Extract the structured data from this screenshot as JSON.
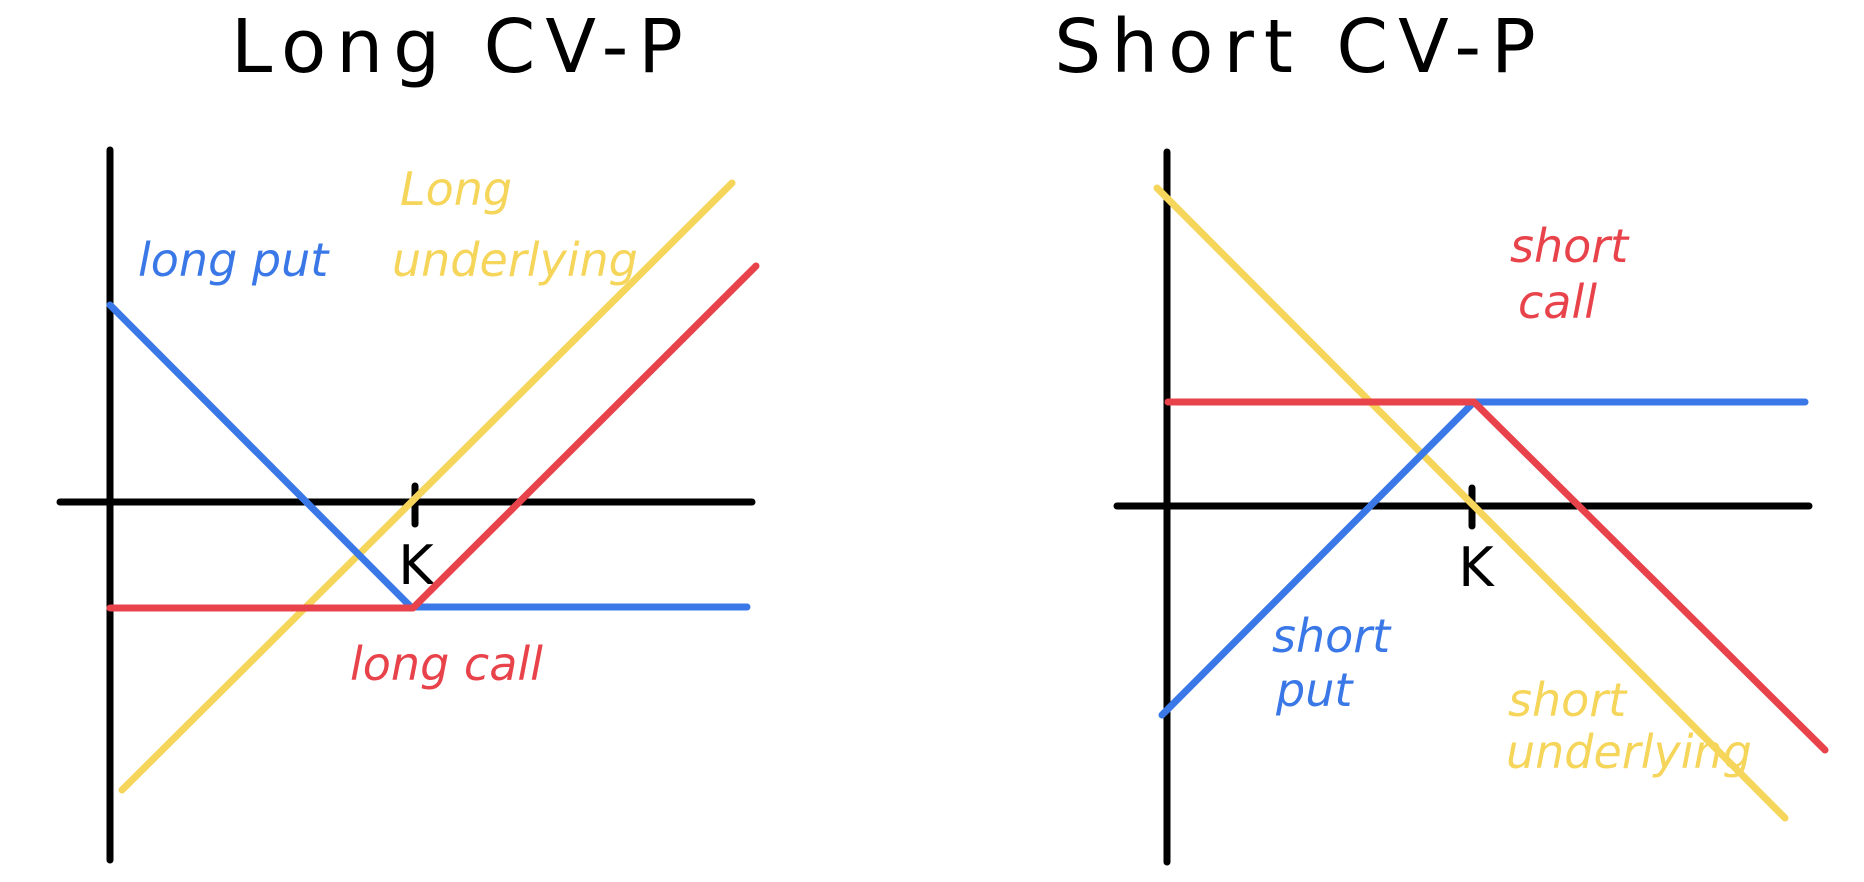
{
  "colors": {
    "axis": "#000000",
    "put": "#3b78e7",
    "call": "#e8424a",
    "underlying": "#f5d55a"
  },
  "left": {
    "title": "Long CV-P",
    "strike_label": "K",
    "labels": {
      "put": "long put",
      "underlying_line1": "Long",
      "underlying_line2": "underlying",
      "call": "long call"
    }
  },
  "right": {
    "title": "Short CV-P",
    "strike_label": "K",
    "labels": {
      "call_line1": "short",
      "call_line2": "call",
      "put_line1": "short",
      "put_line2": "put",
      "underlying_line1": "short",
      "underlying_line2": "underlying"
    }
  }
}
